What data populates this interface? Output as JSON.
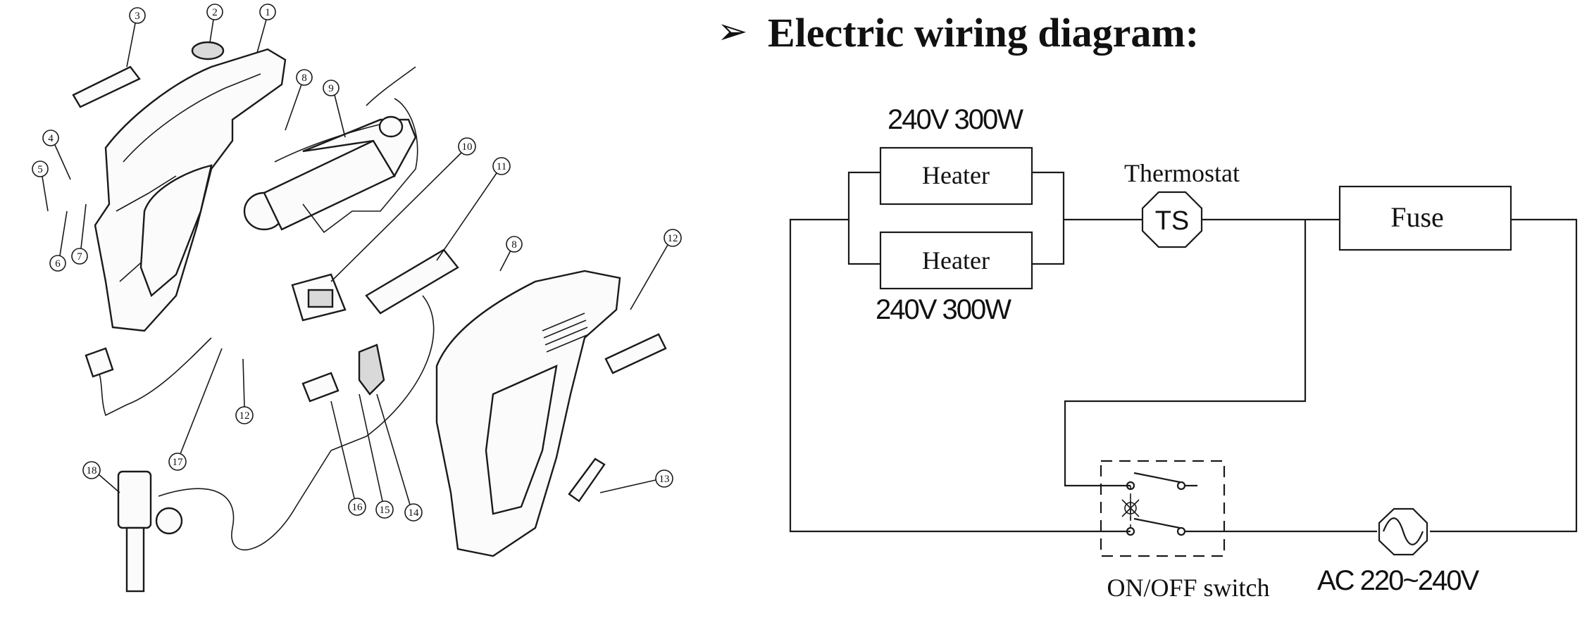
{
  "title": "Electric wiring diagram:",
  "title_marker": "➢",
  "exploded_view": {
    "part_numbers": [
      "1",
      "2",
      "3",
      "4",
      "5",
      "6",
      "7",
      "8",
      "8",
      "9",
      "10",
      "11",
      "12",
      "12",
      "13",
      "14",
      "15",
      "16",
      "17",
      "18"
    ]
  },
  "wiring": {
    "heater_top_rating": "240V 300W",
    "heater_bottom_rating": "240V 300W",
    "heater_top_label": "Heater",
    "heater_bottom_label": "Heater",
    "thermostat_label": "Thermostat",
    "thermostat_symbol": "TS",
    "fuse_label": "Fuse",
    "switch_label": "ON/OFF switch",
    "ac_label": "AC 220~240V"
  }
}
